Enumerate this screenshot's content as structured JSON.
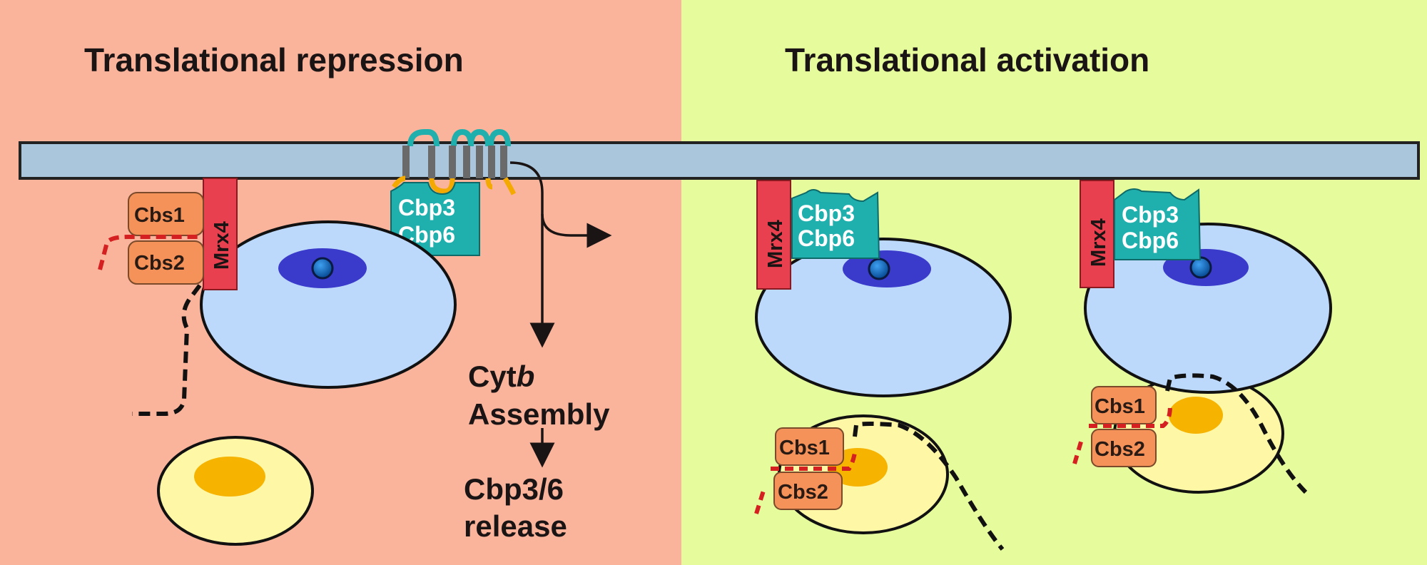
{
  "panels": {
    "left": {
      "title": "Translational repression",
      "color": "#fbb49c"
    },
    "right": {
      "title": "Translational activation",
      "color": "#e6fb9c"
    }
  },
  "colors": {
    "membrane": "#a9c6dc",
    "mrx4": "#e8404e",
    "cbp36": "#1fb0ae",
    "cbs": "#f4925a",
    "ribosome_large": "#bcd9fb",
    "ribosome_large_spot": "#3a3acb",
    "ribosome_small": "#fdf7a6",
    "ribosome_small_spot": "#f6b300"
  },
  "labels": {
    "mrx4": "Mrx4",
    "cbp3": "Cbp3",
    "cbp6": "Cbp6",
    "cbs1": "Cbs1",
    "cbs2": "Cbs2"
  },
  "flow": {
    "step1_prefix": "Cyt",
    "step1_italic": "b",
    "step1_line2": "Assembly",
    "step2_line1": "Cbp3/6",
    "step2_line2": "release"
  }
}
